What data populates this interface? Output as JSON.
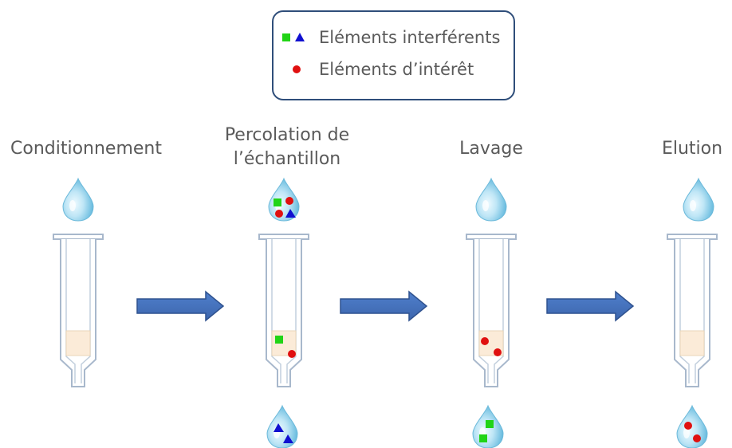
{
  "legend": {
    "interfering_label": "Eléments interférents",
    "interest_label": "Eléments d’intérêt",
    "interfering_colors": {
      "square": "#21d416",
      "triangle": "#1010d0"
    },
    "interest_color": "#e01010"
  },
  "steps": [
    {
      "label_line1": "Conditionnement",
      "label_line2": ""
    },
    {
      "label_line1": "Percolation de",
      "label_line2": "l’échantillon"
    },
    {
      "label_line1": "Lavage",
      "label_line2": ""
    },
    {
      "label_line1": "Elution",
      "label_line2": ""
    }
  ],
  "colors": {
    "arrow": "#4472c4",
    "arrow_border": "#2f528f",
    "syringe": "#a8b8cc",
    "sorbent": "#fbebd8",
    "drop": "#8fd0ea"
  }
}
